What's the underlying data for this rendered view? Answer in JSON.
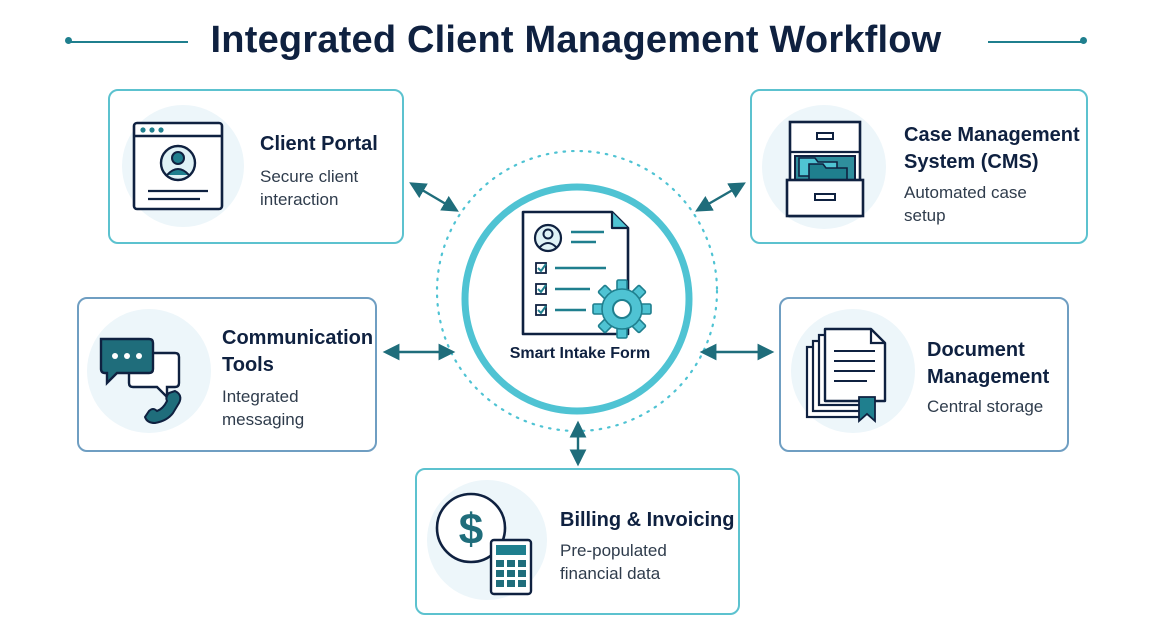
{
  "title": "Integrated Client Management Workflow",
  "center": {
    "label": "Smart Intake Form",
    "icon": "intake-form-gear-icon"
  },
  "nodes": {
    "client_portal": {
      "title": "Client Portal",
      "desc_line1": "Secure client",
      "desc_line2": "interaction",
      "icon": "browser-user-icon"
    },
    "cms": {
      "title_line1": "Case Management",
      "title_line2": "System (CMS)",
      "desc_line1": "Automated case",
      "desc_line2": "setup",
      "icon": "filing-cabinet-icon"
    },
    "communication": {
      "title_line1": "Communication",
      "title_line2": "Tools",
      "desc_line1": "Integrated",
      "desc_line2": "messaging",
      "icon": "chat-phone-icon"
    },
    "documents": {
      "title_line1": "Document",
      "title_line2": "Management",
      "desc": "Central storage",
      "icon": "document-stack-icon"
    },
    "billing": {
      "title": "Billing & Invoicing",
      "desc_line1": "Pre-populated",
      "desc_line2": "financial data",
      "icon": "dollar-calculator-icon"
    }
  },
  "colors": {
    "teal": "#1f7f8e",
    "navy": "#0f2140",
    "accent": "#4fc3d3",
    "card_border": "#5cc2cf"
  }
}
